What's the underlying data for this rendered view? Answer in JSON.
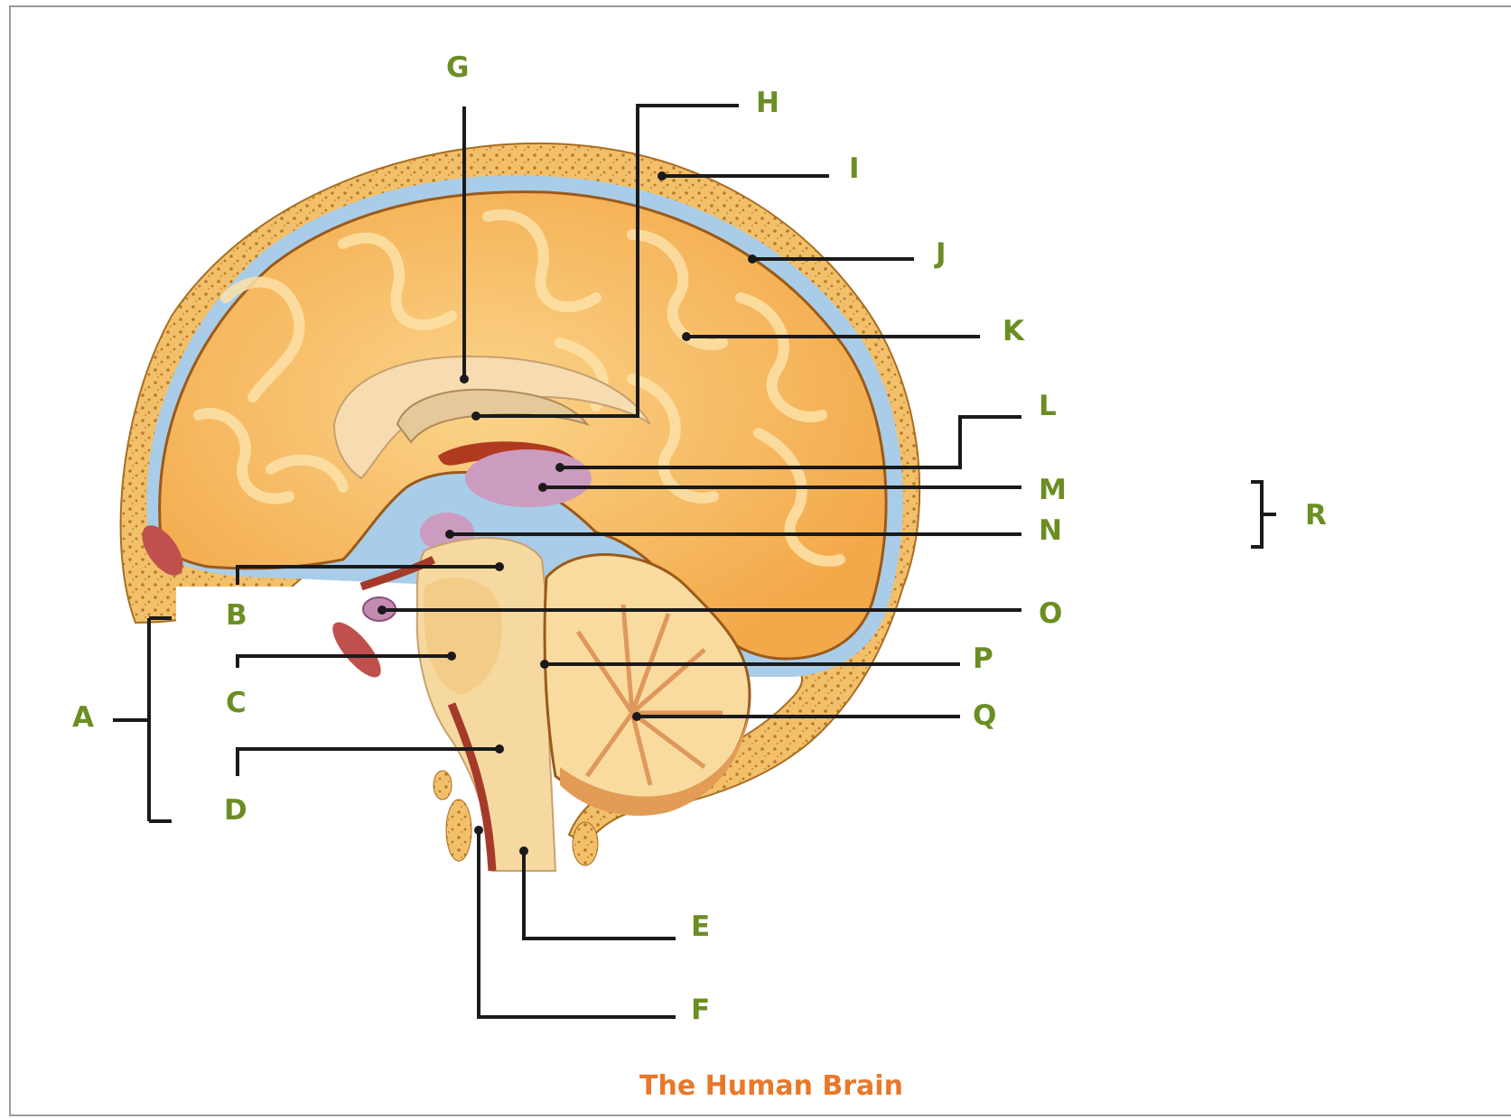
{
  "caption": "The Human Brain",
  "labels": {
    "A": "A",
    "B": "B",
    "C": "C",
    "D": "D",
    "E": "E",
    "F": "F",
    "G": "G",
    "H": "H",
    "I": "I",
    "J": "J",
    "K": "K",
    "L": "L",
    "M": "M",
    "N": "N",
    "O": "O",
    "P": "P",
    "Q": "Q",
    "R": "R"
  },
  "colors": {
    "label": "#6b8e23",
    "caption": "#e8782a",
    "skull": "#f2c06a",
    "meninges": "#a9cde8",
    "cortex": "#f7b955",
    "brainstem": "#f6d9a0",
    "thalamus": "#cc9bc0"
  }
}
